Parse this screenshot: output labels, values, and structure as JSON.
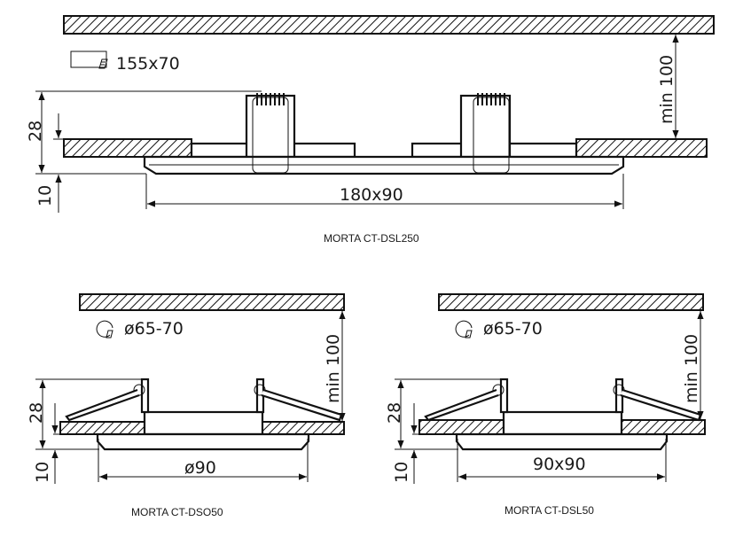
{
  "top_drawing": {
    "cutout_label": "155x70",
    "height_label": "28",
    "flange_label": "10",
    "width_label": "180x90",
    "clearance_label": "min 100",
    "caption": "MORTA CT-DSL250"
  },
  "bottom_left_drawing": {
    "cutout_label": "ø65-70",
    "height_label": "28",
    "flange_label": "10",
    "width_label": "ø90",
    "clearance_label": "min 100",
    "caption": "MORTA CT-DSO50"
  },
  "bottom_right_drawing": {
    "cutout_label": "ø65-70",
    "height_label": "28",
    "flange_label": "10",
    "width_label": "90x90",
    "clearance_label": "min 100",
    "caption": "MORTA CT-DSL50"
  }
}
